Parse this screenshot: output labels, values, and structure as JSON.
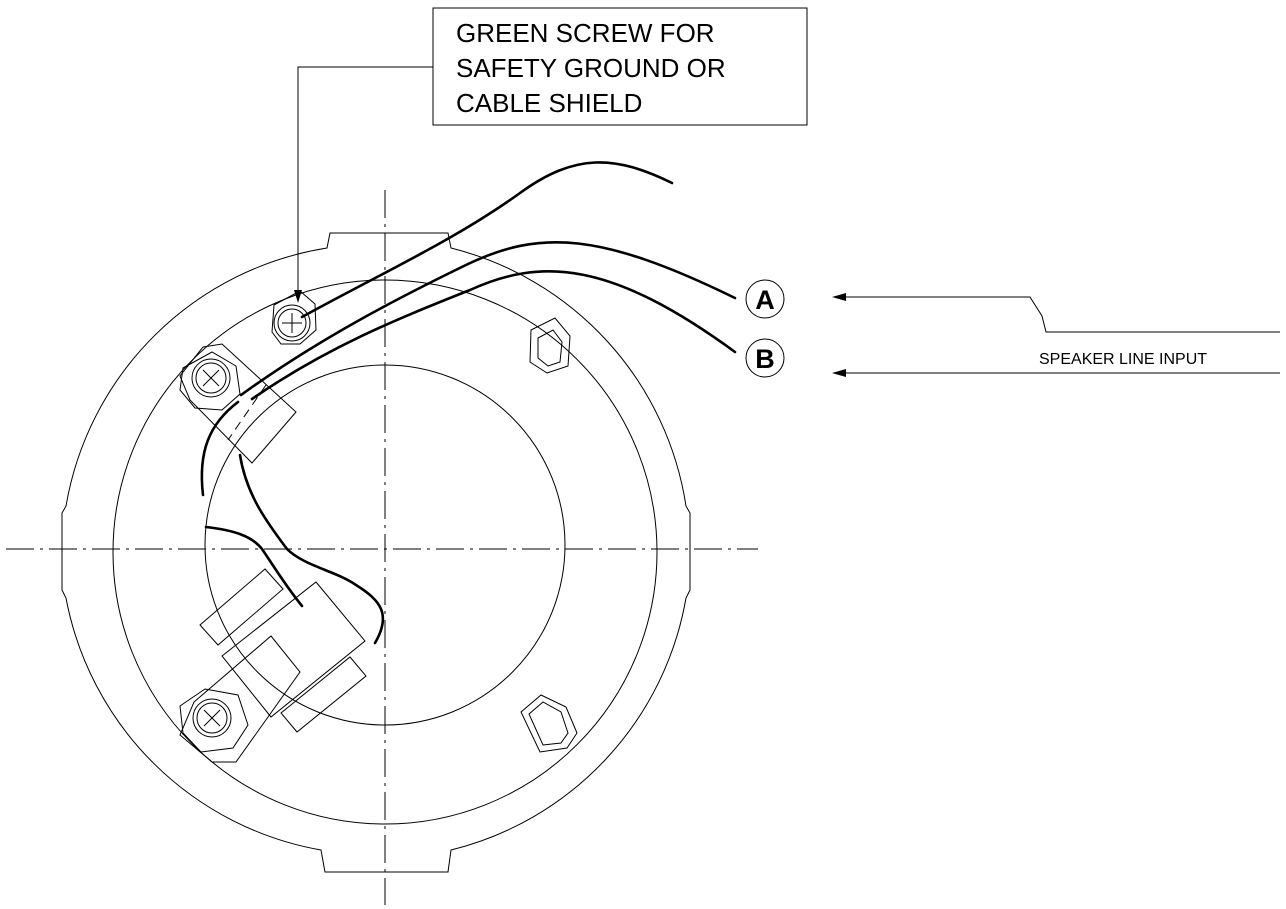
{
  "callout": {
    "lines": [
      "GREEN SCREW FOR",
      "SAFETY GROUND OR",
      "CABLE SHIELD"
    ]
  },
  "terminals": {
    "a": "A",
    "b": "B"
  },
  "input_label": "SPEAKER LINE INPUT"
}
